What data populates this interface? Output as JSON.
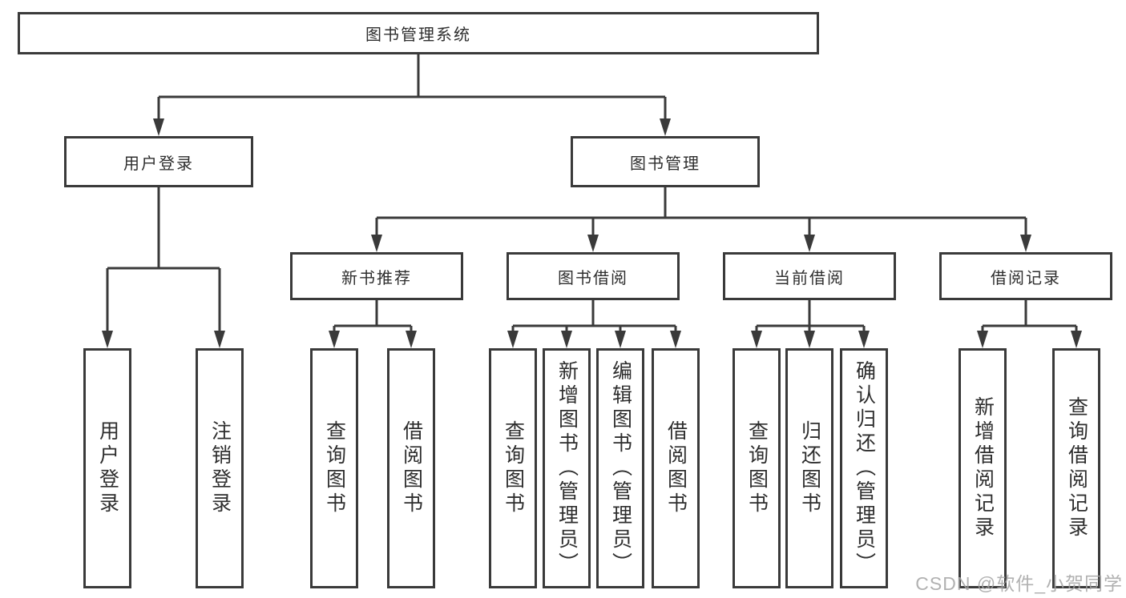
{
  "diagram": {
    "root": {
      "label": "图书管理系统"
    },
    "level2": [
      {
        "label": "用户登录"
      },
      {
        "label": "图书管理"
      }
    ],
    "level3": [
      {
        "label": "新书推荐",
        "parent": "图书管理"
      },
      {
        "label": "图书借阅",
        "parent": "图书管理"
      },
      {
        "label": "当前借阅",
        "parent": "图书管理"
      },
      {
        "label": "借阅记录",
        "parent": "图书管理"
      }
    ],
    "leaves": [
      {
        "label": "用户登录",
        "parent": "用户登录"
      },
      {
        "label": "注销登录",
        "parent": "用户登录"
      },
      {
        "label": "查询图书",
        "parent": "新书推荐"
      },
      {
        "label": "借阅图书",
        "parent": "新书推荐"
      },
      {
        "label": "查询图书",
        "parent": "图书借阅"
      },
      {
        "label": "新增图书（管理员）",
        "parent": "图书借阅"
      },
      {
        "label": "编辑图书（管理员）",
        "parent": "图书借阅"
      },
      {
        "label": "借阅图书",
        "parent": "图书借阅"
      },
      {
        "label": "查询图书",
        "parent": "当前借阅"
      },
      {
        "label": "归还图书",
        "parent": "当前借阅"
      },
      {
        "label": "确认归还（管理员）",
        "parent": "当前借阅"
      },
      {
        "label": "新增借阅记录",
        "parent": "借阅记录"
      },
      {
        "label": "查询借阅记录",
        "parent": "借阅记录"
      }
    ]
  },
  "watermark": "CSDN @软件_小贺同学",
  "colors": {
    "line": "#3a3a3a",
    "text": "#2e2e2e",
    "watermark": "#a3a3a3",
    "background": "#ffffff"
  }
}
